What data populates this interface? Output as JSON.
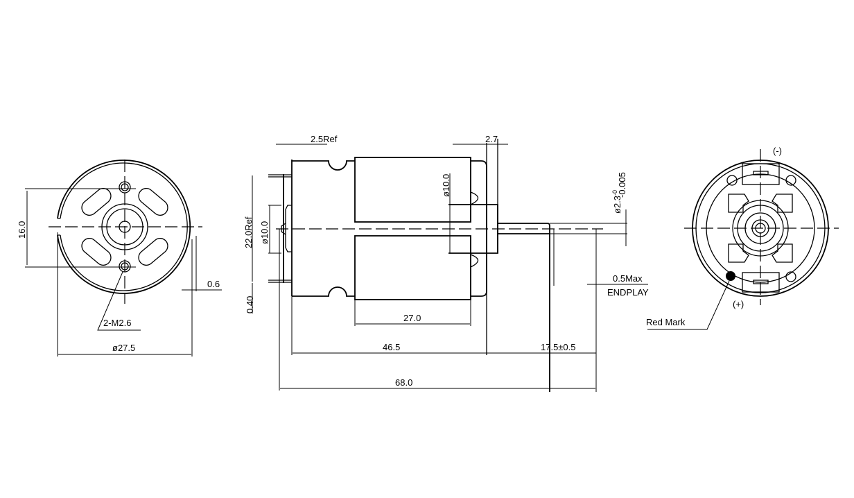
{
  "front_view": {
    "hole_spacing": "16.0",
    "diameter": "ø27.5",
    "flange_offset": "0.6",
    "thread_callout": "2-M2.6"
  },
  "side_view": {
    "flange_thickness": "2.5Ref",
    "endcap_thickness": "2.7",
    "terminal_span": "22.0Ref",
    "boss_diameter": "ø10.0",
    "terminal_thickness": "0.40",
    "bearing_diameter": "ø10.0",
    "shaft_diameter": "ø2.3",
    "shaft_tol_upper": "-0",
    "shaft_tol_lower": "-0.005",
    "magnet_length": "27.0",
    "body_length": "46.5",
    "shaft_length": "17.5±0.5",
    "overall_length": "68.0",
    "endplay_value": "0.5Max",
    "endplay_label": "ENDPLAY"
  },
  "rear_view": {
    "negative_terminal": "(-)",
    "positive_terminal": "(+)",
    "red_mark_label": "Red Mark"
  }
}
